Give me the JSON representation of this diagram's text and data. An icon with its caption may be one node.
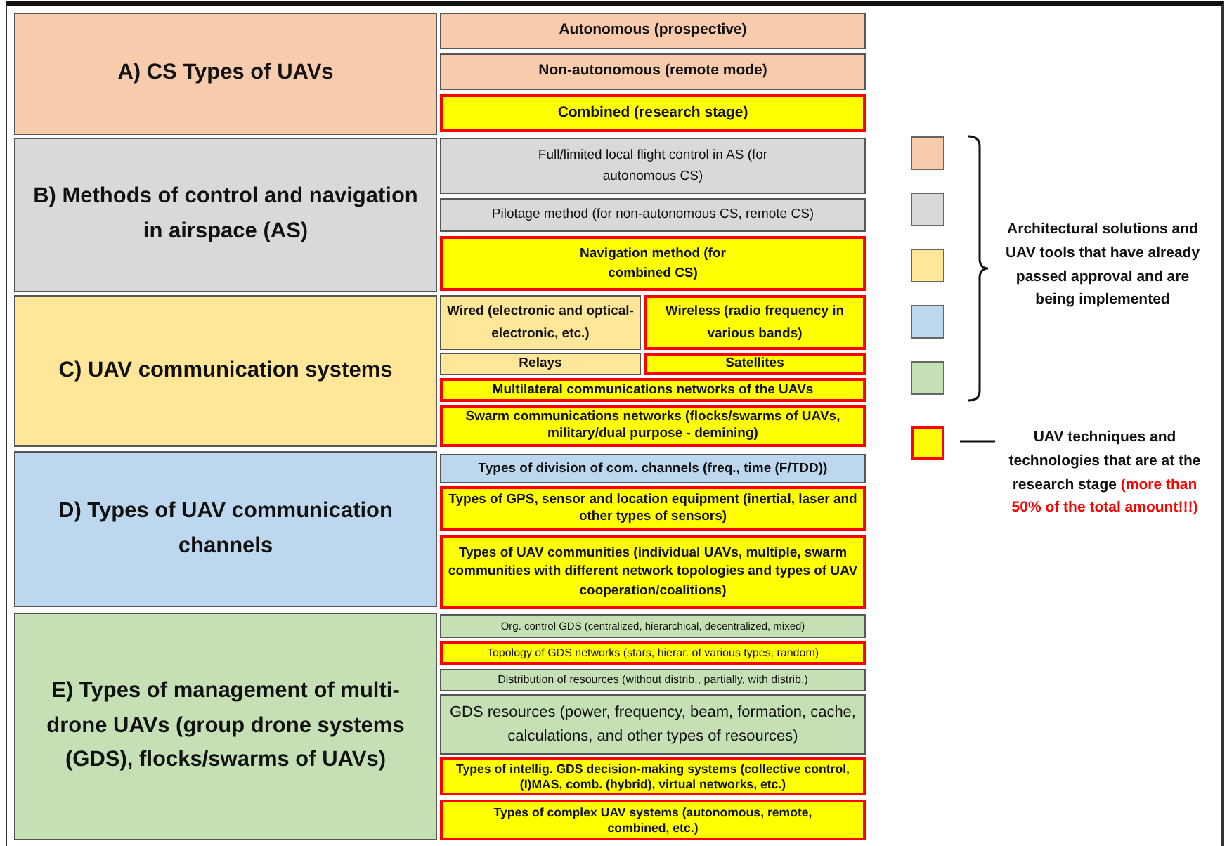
{
  "diagram": {
    "nodes": [
      {
        "text": [
          "A) CS Types of UAVs"
        ]
      },
      {
        "text": [
          "Autonomous (prospective)"
        ]
      },
      {
        "text": [
          "Non-autonomous (remote mode)"
        ]
      },
      {
        "text": [
          "Combined (research stage)"
        ]
      },
      {
        "text": [
          "B) Methods of control and navigation in airspace (AS)"
        ]
      },
      {
        "text": [
          "Full/limited local flight control in AS (for autonomous CS)"
        ]
      },
      {
        "text": [
          "Pilotage method (for non-autonomous CS, remote CS)"
        ]
      },
      {
        "text": [
          "Navigation method (for combined CS)"
        ]
      },
      {
        "text": [
          "C) UAV communication systems"
        ]
      },
      {
        "text": [
          "Wired (electronic and optical-electronic, etc.)"
        ]
      },
      {
        "text": [
          "Wireless (radio frequency in various bands)"
        ]
      },
      {
        "text": [
          "Relays"
        ]
      },
      {
        "text": [
          "Satellites"
        ]
      },
      {
        "text": [
          "Multilateral communications networks of the UAVs"
        ]
      },
      {
        "text": [
          "Swarm communications networks (flocks/swarms of UAVs, military/dual purpose - demining)"
        ]
      },
      {
        "text": [
          "D) Types of UAV communication channels"
        ]
      },
      {
        "text": [
          "Types of division of com. channels (freq., time (F/TDD))"
        ]
      },
      {
        "text": [
          "Types of GPS, sensor and location equipment (inertial, laser and other types of sensors)"
        ]
      },
      {
        "text": [
          "Types of UAV communities (individual UAVs, multiple, swarm communities with different network topologies and types of UAV cooperation/coalitions)"
        ]
      },
      {
        "text": [
          "E) Types of management of multi-drone UAVs (group drone systems (GDS), flocks/swarms of UAVs)"
        ]
      },
      {
        "text": [
          "Org. control GDS (centralized, hierarchical, decentralized, mixed)"
        ]
      },
      {
        "text": [
          "Topology of GDS networks (stars, hierar. of various types, random)"
        ]
      },
      {
        "text": [
          "Distribution of resources (without distrib., partially, with distrib.)"
        ]
      },
      {
        "text": [
          "GDS resources (power, frequency, beam, formation, cache, calculations, and other types of resources)"
        ]
      },
      {
        "text": [
          "Types of intellig. GDS decision-making systems (collective control, (I)MAS, comb. (hybrid), virtual networks, etc.)"
        ]
      },
      {
        "text": [
          "Types of complex UAV systems (autonomous, remote, combined, etc.)"
        ]
      }
    ],
    "labels": [
      "(more than 50% of the total amount!!!)"
    ],
    "legend": [
      {
        "text": "Architectural solutions and UAV tools that have already passed approval and are being implemented"
      },
      {
        "text": "UAV techniques and technologies that are at the research stage",
        "color": "#ffff00"
      }
    ]
  }
}
